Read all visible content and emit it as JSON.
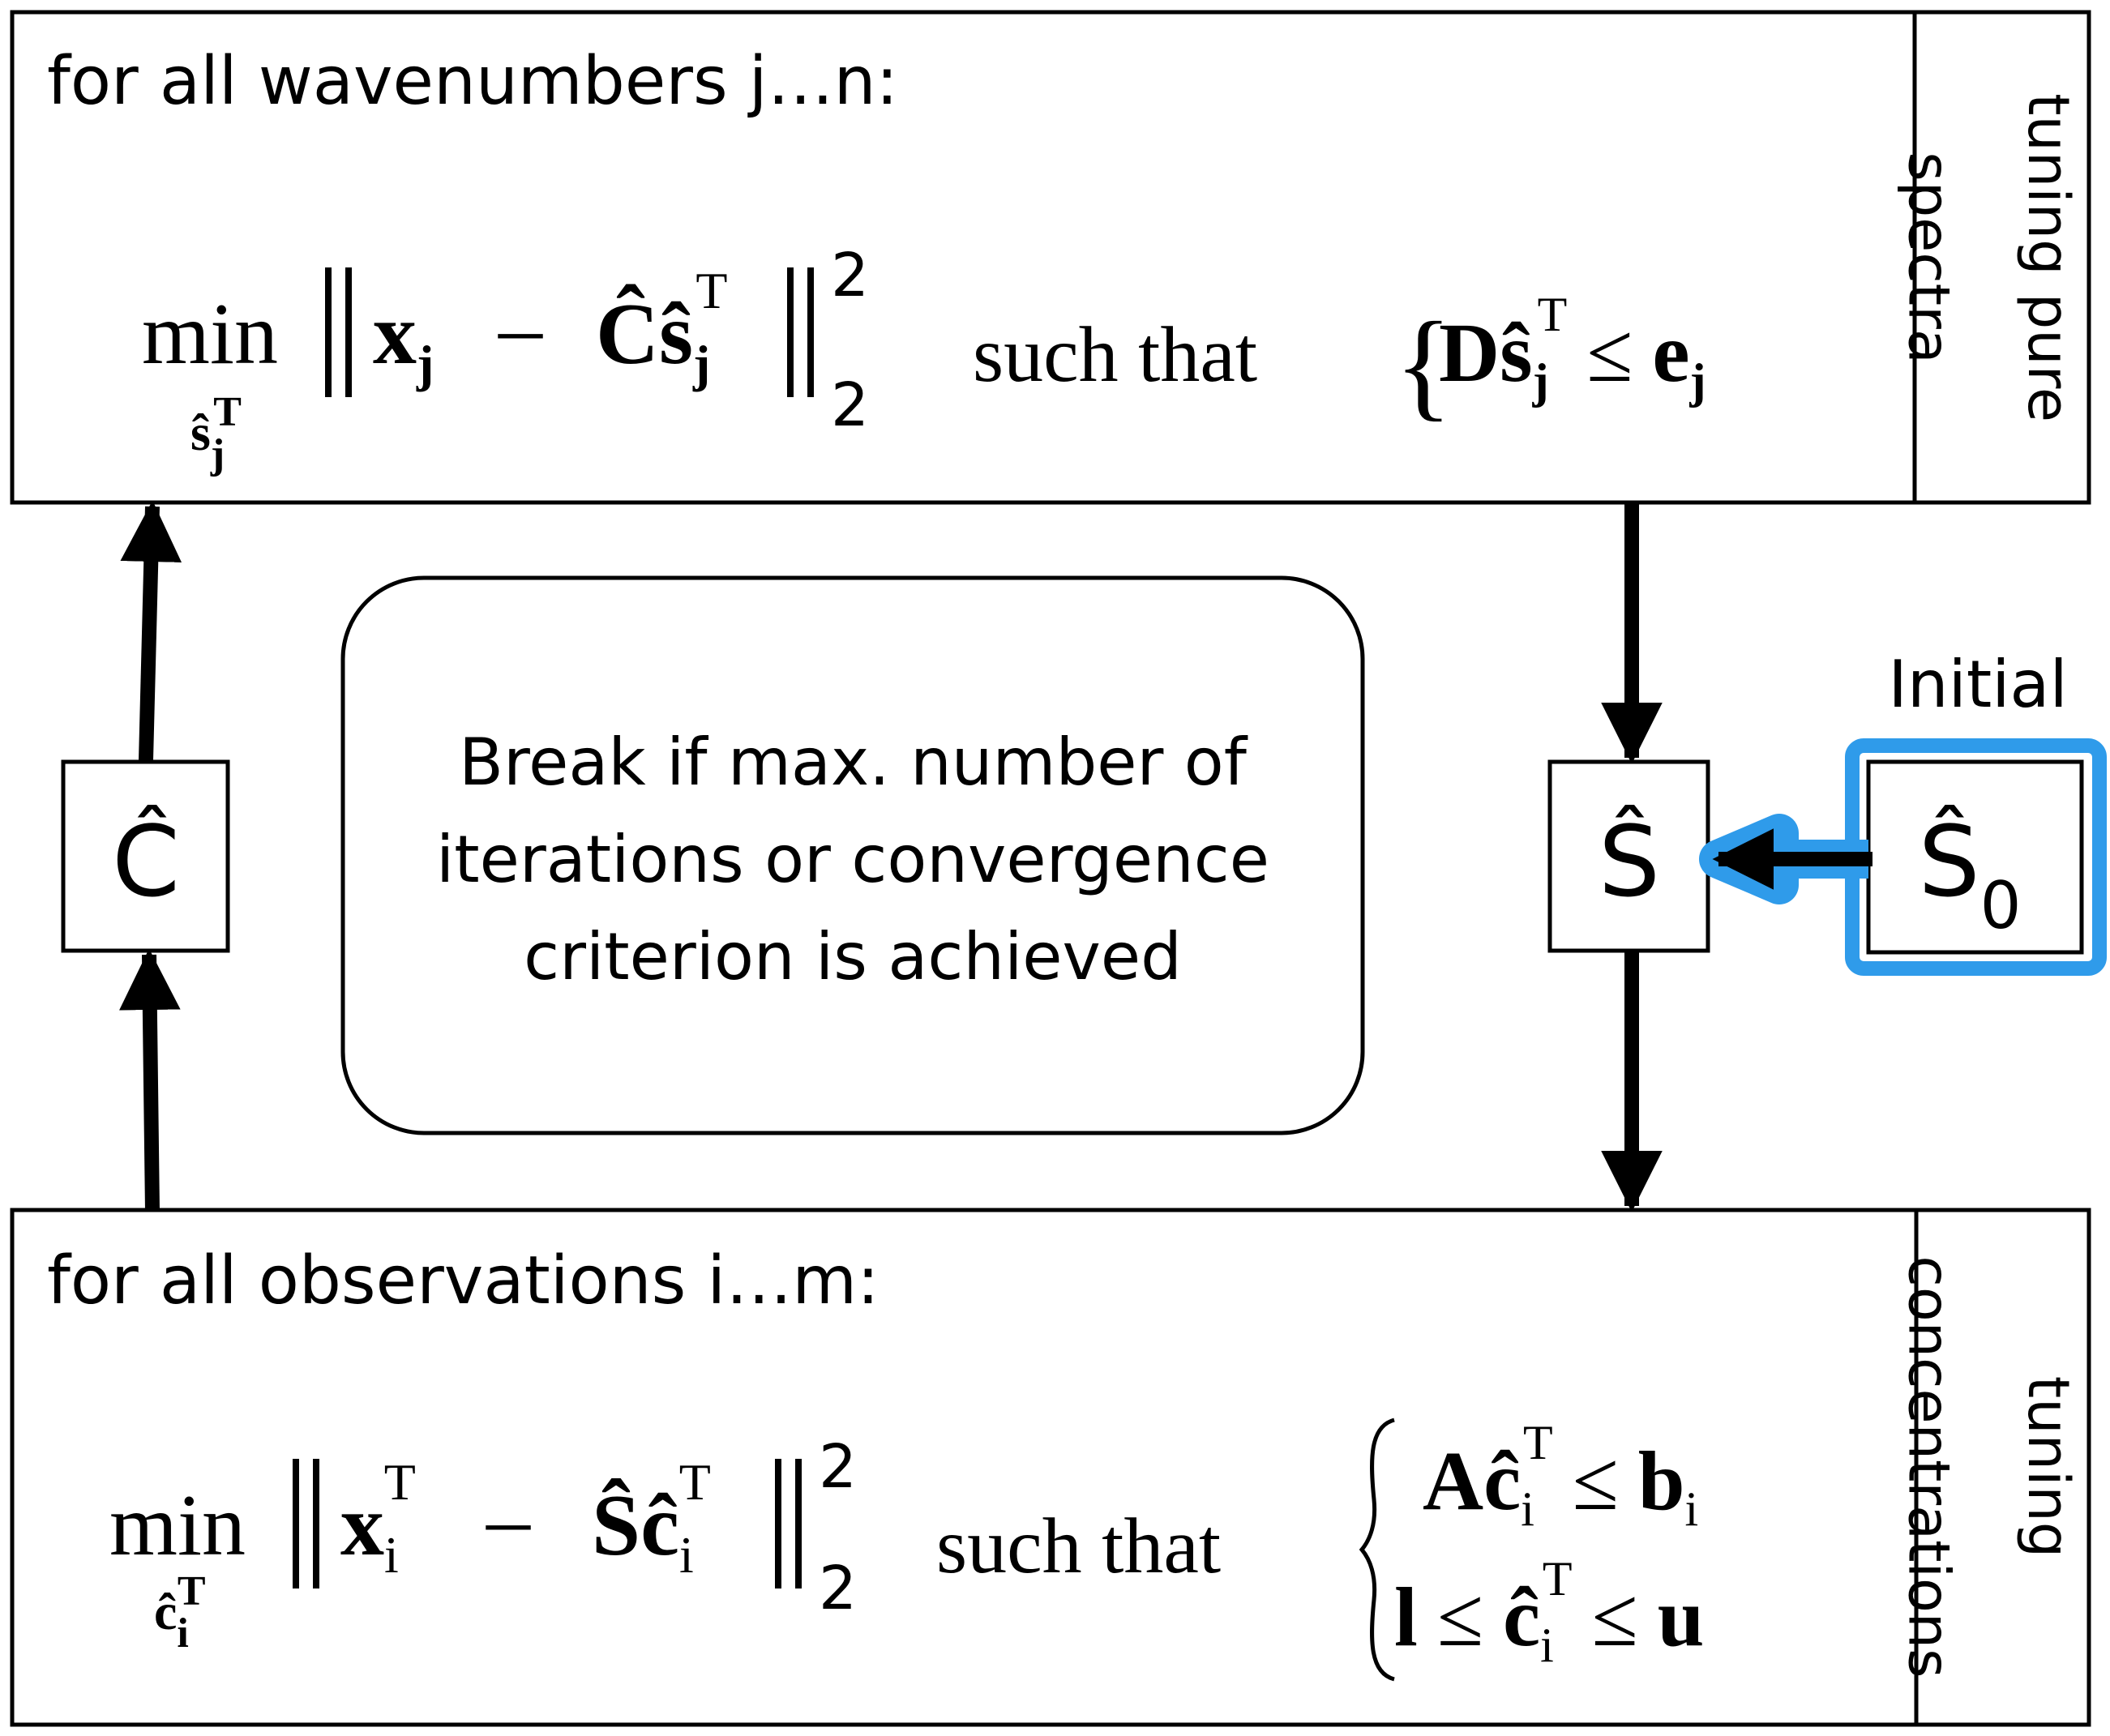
{
  "top_panel": {
    "heading": "for all wavenumbers j…n:",
    "side_label": [
      "tuning pure",
      "spectra"
    ],
    "objective": {
      "min_label": "min",
      "sub": "ŝ",
      "sub_index": "j",
      "sub_sup": "T",
      "x": "x",
      "x_sub": "j",
      "minus": "–",
      "C": "Ĉ",
      "s": "ŝ",
      "s_sub": "j",
      "s_sup": "T",
      "norm_sup": "2",
      "norm_sub": "2"
    },
    "such_that": "such that",
    "constraint": {
      "brace": "{",
      "D": "D",
      "s": "ŝ",
      "s_sub": "j",
      "s_sup": "T",
      "leq": "≤",
      "e": "e",
      "e_sub": "j"
    }
  },
  "bottom_panel": {
    "heading": "for all observations i…m:",
    "side_label": [
      "tuning",
      "concentrations"
    ],
    "objective": {
      "min_label": "min",
      "sub": "ĉ",
      "sub_index": "i",
      "sub_sup": "T",
      "x": "x",
      "x_sub": "i",
      "x_sup": "T",
      "minus": "–",
      "S": "Ŝ",
      "c": "ĉ",
      "c_sub": "i",
      "c_sup": "T",
      "norm_sup": "2",
      "norm_sub": "2"
    },
    "such_that": "such that",
    "constraint1": {
      "A": "A",
      "c": "ĉ",
      "c_sub": "i",
      "c_sup": "T",
      "leq": "≤",
      "b": "b",
      "b_sub": "i"
    },
    "constraint2": {
      "l": "l",
      "leq1": "≤",
      "c": "ĉ",
      "c_sub": "i",
      "c_sup": "T",
      "leq2": "≤",
      "u": "u"
    }
  },
  "center_note": [
    "Break if max. number of",
    "iterations or convergence",
    "criterion is achieved"
  ],
  "c_hat_box": "Ĉ",
  "s_hat_box": "Ŝ",
  "initial_label": "Initial",
  "s0_box": {
    "S": "Ŝ",
    "sub": "0"
  },
  "colors": {
    "highlight": "#2f9bea",
    "stroke": "#000000"
  }
}
